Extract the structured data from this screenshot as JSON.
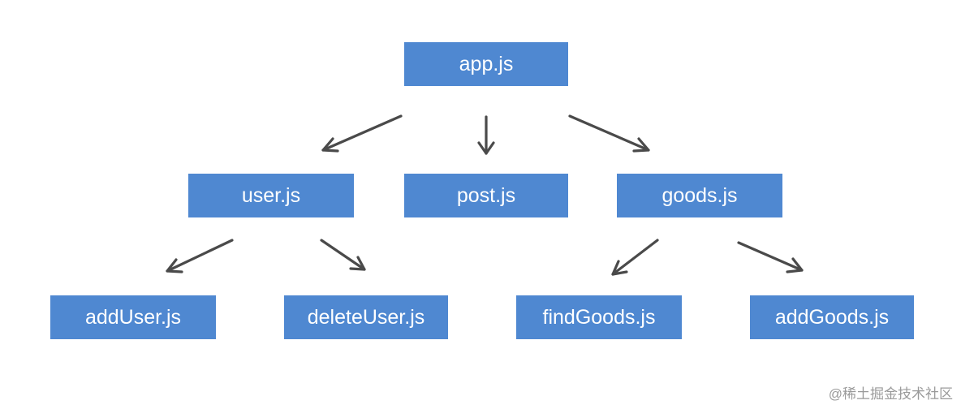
{
  "diagram": {
    "nodes": {
      "app": "app.js",
      "user": "user.js",
      "post": "post.js",
      "goods": "goods.js",
      "add_user": "addUser.js",
      "delete_user": "deleteUser.js",
      "find_goods": "findGoods.js",
      "add_goods": "addGoods.js"
    },
    "edges": [
      {
        "from": "app",
        "to": "user"
      },
      {
        "from": "app",
        "to": "post"
      },
      {
        "from": "app",
        "to": "goods"
      },
      {
        "from": "user",
        "to": "add_user"
      },
      {
        "from": "user",
        "to": "delete_user"
      },
      {
        "from": "goods",
        "to": "find_goods"
      },
      {
        "from": "goods",
        "to": "add_goods"
      }
    ],
    "colors": {
      "node_fill": "#4f88d1",
      "node_text": "#ffffff",
      "arrow": "#4a4a4a"
    }
  },
  "watermark": "@稀土掘金技术社区"
}
